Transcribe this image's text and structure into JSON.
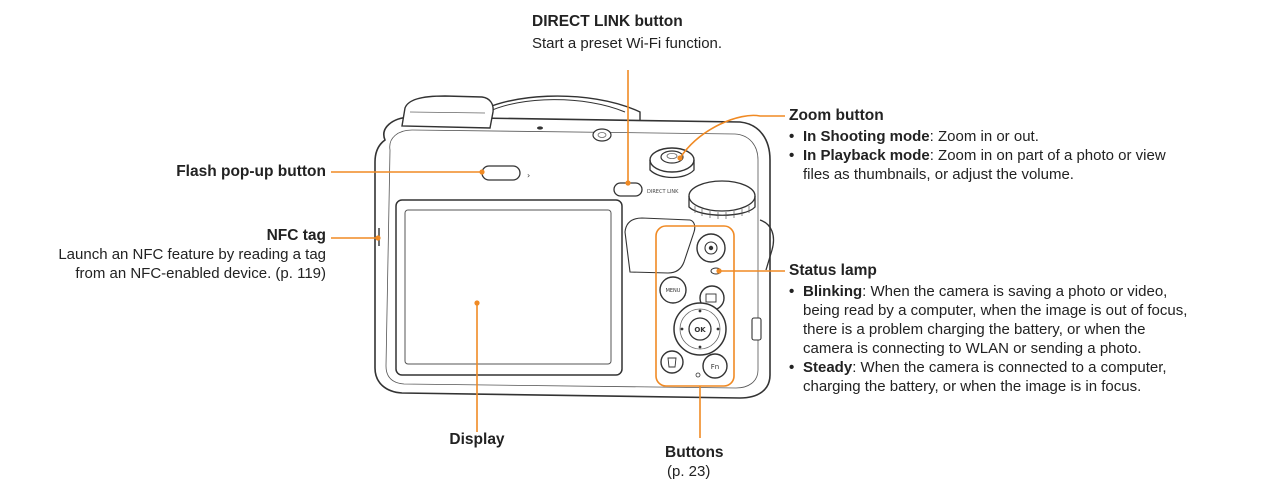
{
  "colors": {
    "leader": "#F08A24",
    "ink": "#222222",
    "body_line": "#333333"
  },
  "labels": {
    "direct_link": {
      "title": "DIRECT LINK button",
      "desc": "Start a preset Wi-Fi function."
    },
    "flash_popup": {
      "title": "Flash pop-up button"
    },
    "nfc_tag": {
      "title": "NFC tag",
      "desc_line1": "Launch an NFC feature by reading a tag",
      "desc_line2": "from an NFC-enabled device. (p. 119)"
    },
    "display": {
      "title": "Display"
    },
    "buttons": {
      "title": "Buttons",
      "ref": "(p. 23)"
    },
    "zoom": {
      "title": "Zoom button",
      "items": [
        {
          "term": "In Shooting mode",
          "text": ": Zoom in or out.",
          "text2": ""
        },
        {
          "term": "In Playback mode",
          "text": ": Zoom in on part of a photo or view",
          "text2": "files as thumbnails, or adjust the volume."
        }
      ]
    },
    "status_lamp": {
      "title": "Status lamp",
      "items": [
        {
          "term": "Blinking",
          "text": ": When the camera is saving a photo or video,",
          "text2": "being read by a computer, when the image is out of focus,",
          "text3": "there is a problem charging the battery, or when the",
          "text4": "camera is connecting to WLAN or sending a photo."
        },
        {
          "term": "Steady",
          "text": ": When the camera is connected to a computer,",
          "text2": "charging the battery, or when the image is in focus."
        }
      ]
    }
  },
  "camera_marks": {
    "top_button_label": "DIRECT LINK",
    "ok_label": "OK",
    "menu_label": "MENU",
    "fn_label": "Fn"
  }
}
